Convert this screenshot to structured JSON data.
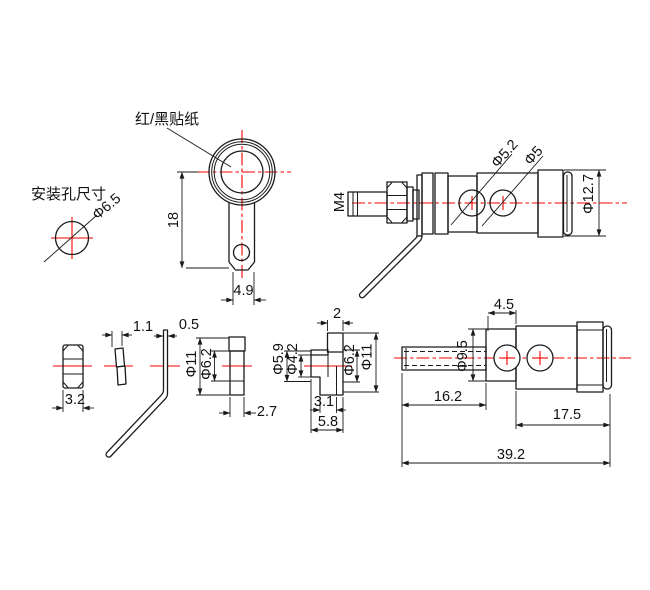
{
  "colors": {
    "background": "#ffffff",
    "line": "#1a1a1a",
    "centerline": "#f40000"
  },
  "views": {
    "mounting_hole": {
      "title": "安装孔尺寸",
      "diameter": "Φ6.5"
    },
    "front": {
      "sticker_label": "红/黑贴纸",
      "height": "18",
      "tab_width": "4.9"
    },
    "side": {
      "thread": "M4",
      "hole_small": "Φ5.2",
      "hole_large": "Φ5",
      "cap_diameter": "Φ12.7"
    },
    "hex_nut": {
      "thickness": "3.2"
    },
    "spring_washer": {
      "thickness": "1.1"
    },
    "solder_lug": {
      "thickness": "0.5"
    },
    "bushing_a": {
      "outer_diameter": "Φ11",
      "bore_diameter": "Φ6.2",
      "length": "2.7"
    },
    "bushing_b": {
      "top_width": "2",
      "bore1": "Φ5.9",
      "bore2": "Φ4.2",
      "bore3": "Φ6.2",
      "outer_diameter": "Φ11",
      "depth1": "3.1",
      "depth2": "5.8"
    },
    "assembly": {
      "step_length": "4.5",
      "mid_diameter": "Φ9.5",
      "thread_length": "16.2",
      "body_length": "17.5",
      "total_length": "39.2"
    }
  }
}
